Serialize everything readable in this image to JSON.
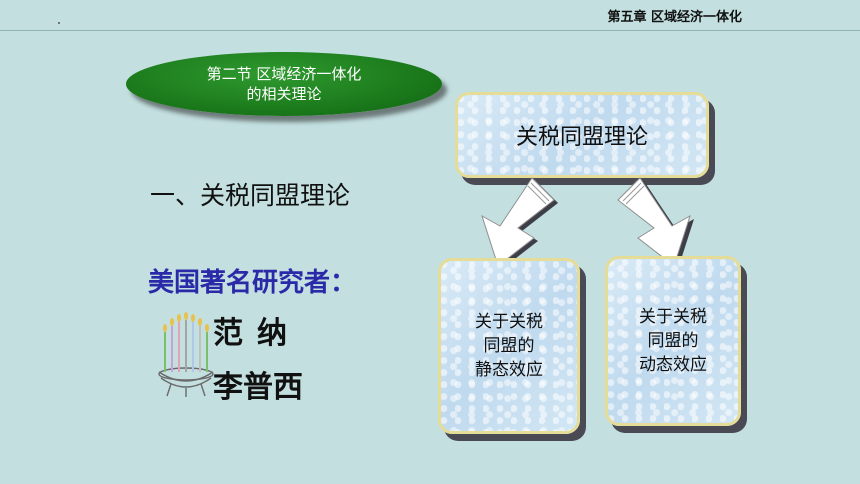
{
  "header": {
    "chapter_title": "第五章  区域经济一体化"
  },
  "section_oval": {
    "line1": "第二节  区域经济一体化",
    "line2": "的相关理论"
  },
  "heading": "一、关税同盟理论",
  "researchers": {
    "title": "美国著名研究者：",
    "names": [
      "范纳",
      "李普西"
    ]
  },
  "diagram": {
    "main_box": "关税同盟理论",
    "left_box": [
      "关于关税",
      "同盟的",
      "静态效应"
    ],
    "right_box": [
      "关于关税",
      "同盟的",
      "动态效应"
    ]
  },
  "colors": {
    "background": "#c3dfe0",
    "oval_green": "#1d7d1d",
    "researcher_title": "#2a2aa8",
    "box_fill": "#d3e7f4",
    "box_border": "#e5dc98"
  },
  "icons": [
    "candles-icon",
    "arrow-down-left-icon",
    "arrow-down-right-icon"
  ]
}
